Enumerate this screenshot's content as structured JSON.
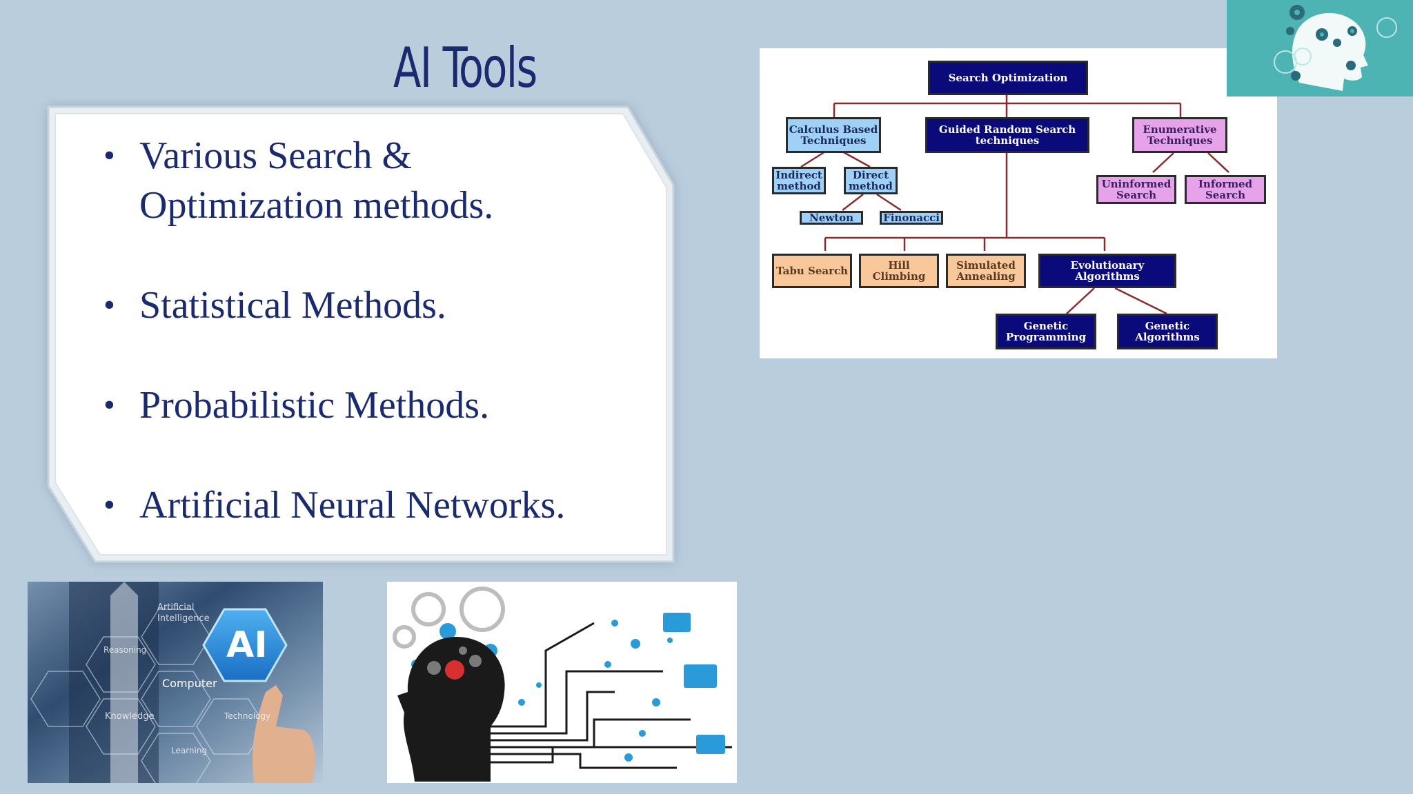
{
  "slide": {
    "title": "AI Tools",
    "bullets": [
      "Various Search & Optimization methods.",
      "Statistical Methods.",
      "Probabilistic  Methods.",
      "Artificial Neural  Networks."
    ]
  },
  "diagram": {
    "root": "Search Optimization",
    "level1": [
      "Calculus Based Techniques",
      "Guided Random Search techniques",
      "Enumerative Techniques"
    ],
    "calculus_children": [
      "Indirect method",
      "Direct method"
    ],
    "direct_children": [
      "Newton",
      "Finonacci"
    ],
    "enumerative_children": [
      "Uninformed Search",
      "Informed Search"
    ],
    "guided_children": [
      "Tabu Search",
      "Hill Climbing",
      "Simulated Annealing",
      "Evolutionary Algorithms"
    ],
    "evolutionary_children": [
      "Genetic Programming",
      "Genetic Algorithms"
    ]
  },
  "photo_left": {
    "center_label": "AI",
    "labels": [
      "Artificial Intelligence",
      "Reasoning",
      "Computer",
      "Knowledge",
      "Technology",
      "Learning"
    ]
  },
  "colors": {
    "background": "#b9cddd",
    "text": "#1a2a6e",
    "node_dark": "#0a0a7a",
    "node_blue": "#9fd0f5",
    "node_pink": "#e6a3ea",
    "node_orange": "#f8c79a"
  }
}
